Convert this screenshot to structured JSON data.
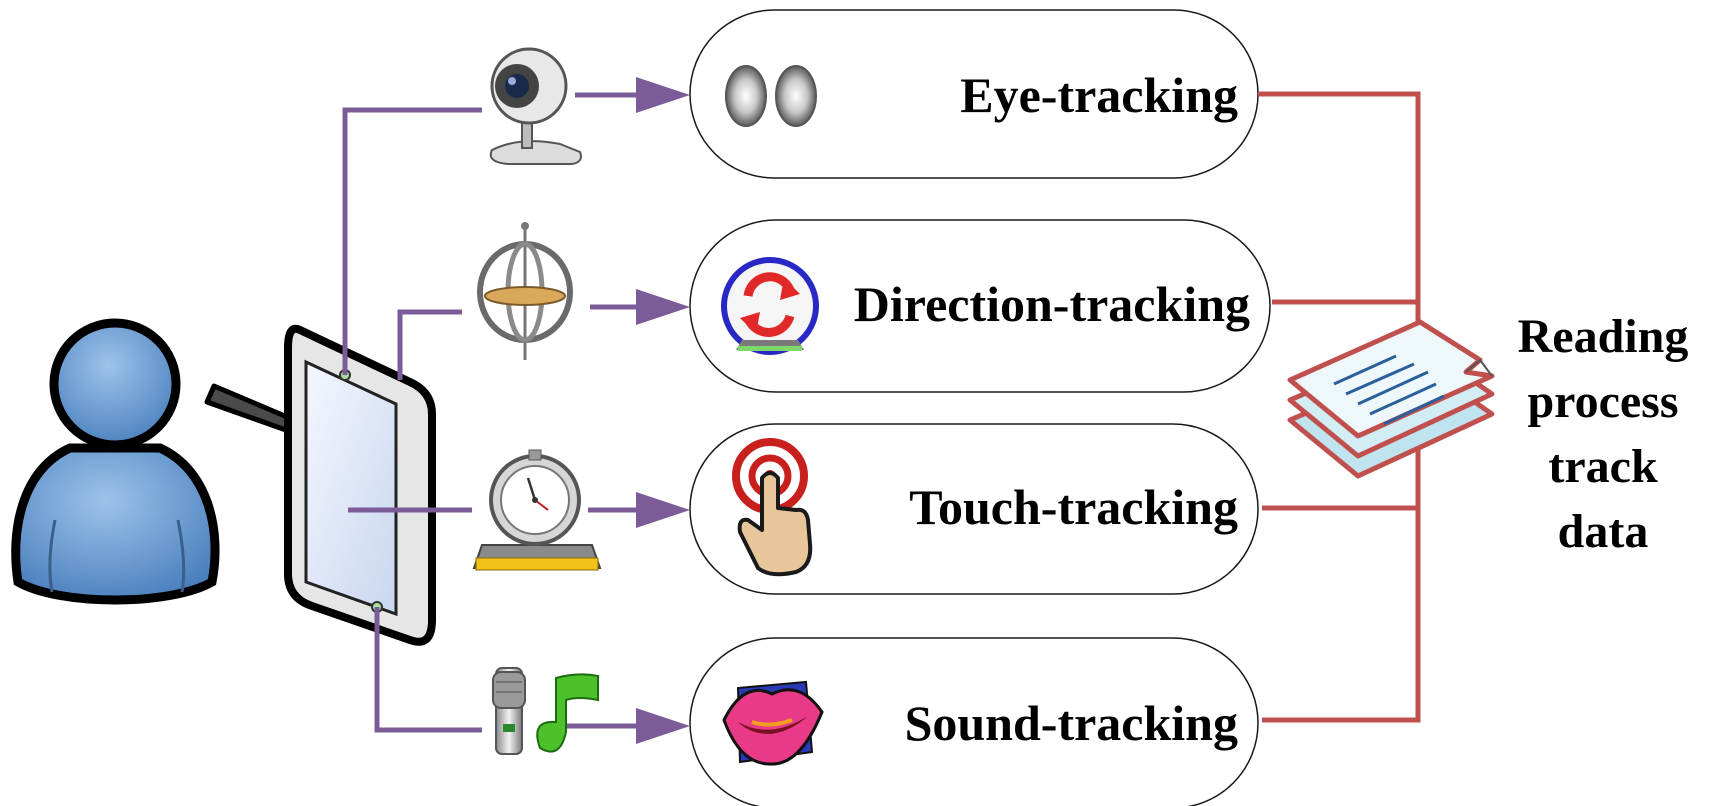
{
  "colors": {
    "sensor_line": "#7b5c98",
    "output_line": "#c0504d",
    "box_border": "#1a1a1a",
    "person_fill": "#5b8fc8",
    "document_fill": "#bfe4ef"
  },
  "tracking": [
    {
      "label": "Eye-tracking",
      "icon": "eyes-icon",
      "sensor": "webcam-icon"
    },
    {
      "label": "Direction-tracking",
      "icon": "rotate-icon",
      "sensor": "gyroscope-icon"
    },
    {
      "label": "Touch-tracking",
      "icon": "finger-touch-icon",
      "sensor": "stopwatch-icon"
    },
    {
      "label": "Sound-tracking",
      "icon": "lips-icon",
      "sensor": "microphone-icon"
    }
  ],
  "output": {
    "lines": [
      "Reading",
      "process",
      "track",
      "data"
    ],
    "icon": "document-stack-icon"
  },
  "actor": {
    "icon": "user-icon",
    "device": "tablet-icon"
  }
}
